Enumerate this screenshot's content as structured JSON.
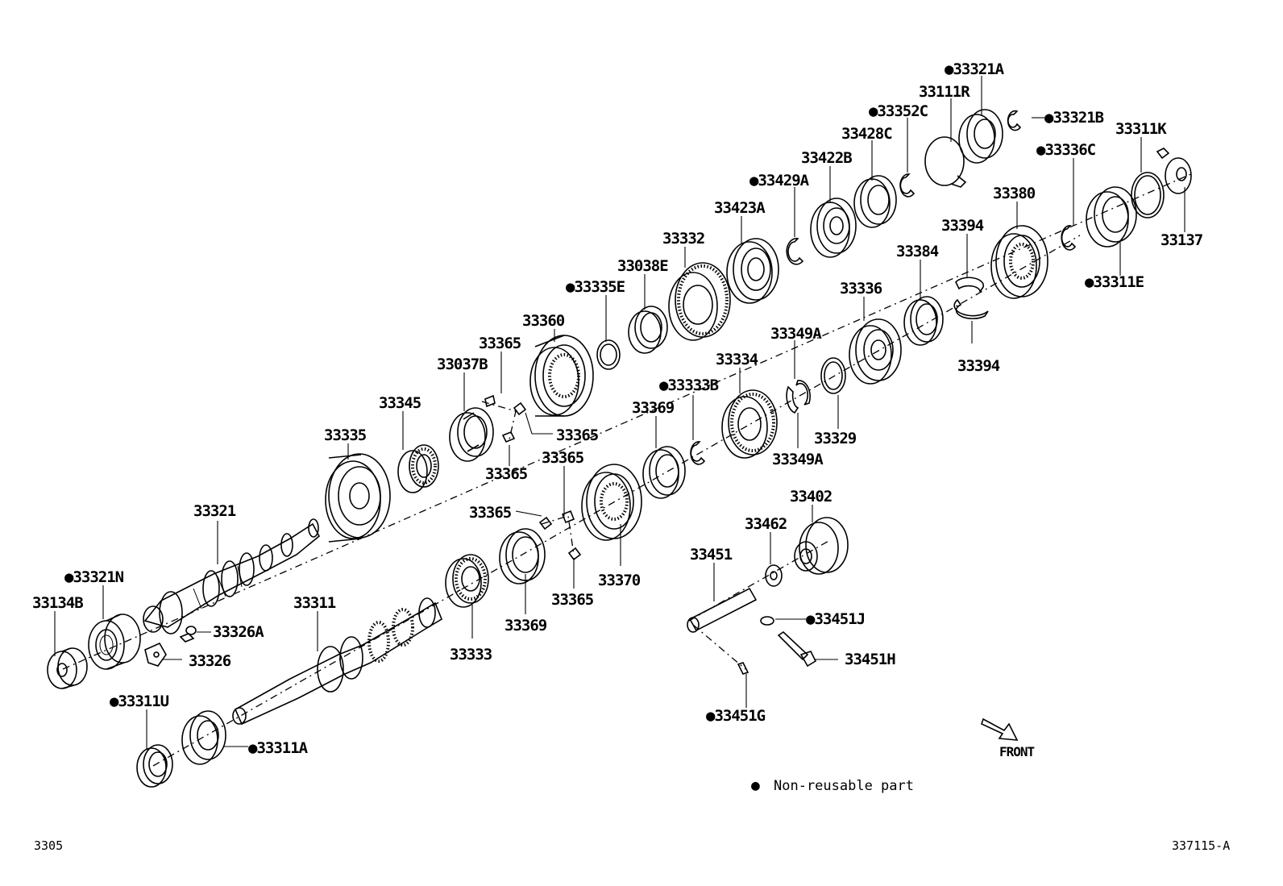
{
  "parts": {
    "p33321A": {
      "mark": "●",
      "code": "33321A"
    },
    "p33111R": {
      "mark": "",
      "code": "33111R"
    },
    "p33352C": {
      "mark": "●",
      "code": "33352C"
    },
    "p33321B": {
      "mark": "●",
      "code": "33321B"
    },
    "p33428C": {
      "mark": "",
      "code": "33428C"
    },
    "p33311K": {
      "mark": "",
      "code": "33311K"
    },
    "p33336C": {
      "mark": "●",
      "code": "33336C"
    },
    "p33422B": {
      "mark": "",
      "code": "33422B"
    },
    "p33429A": {
      "mark": "●",
      "code": "33429A"
    },
    "p33380": {
      "mark": "",
      "code": "33380"
    },
    "p33423A": {
      "mark": "",
      "code": "33423A"
    },
    "p33137": {
      "mark": "",
      "code": "33137"
    },
    "p33394a": {
      "mark": "",
      "code": "33394"
    },
    "p33332": {
      "mark": "",
      "code": "33332"
    },
    "p33384": {
      "mark": "",
      "code": "33384"
    },
    "p33311E": {
      "mark": "●",
      "code": "33311E"
    },
    "p33038E": {
      "mark": "",
      "code": "33038E"
    },
    "p33335E": {
      "mark": "●",
      "code": "33335E"
    },
    "p33336": {
      "mark": "",
      "code": "33336"
    },
    "p33360": {
      "mark": "",
      "code": "33360"
    },
    "p33349Aa": {
      "mark": "",
      "code": "33349A"
    },
    "p33365a": {
      "mark": "",
      "code": "33365"
    },
    "p33394b": {
      "mark": "",
      "code": "33394"
    },
    "p33334": {
      "mark": "",
      "code": "33334"
    },
    "p33037B": {
      "mark": "",
      "code": "33037B"
    },
    "p33333B": {
      "mark": "●",
      "code": "33333B"
    },
    "p33345": {
      "mark": "",
      "code": "33345"
    },
    "p33369a": {
      "mark": "",
      "code": "33369"
    },
    "p33365b": {
      "mark": "",
      "code": "33365"
    },
    "p33335": {
      "mark": "",
      "code": "33335"
    },
    "p33329": {
      "mark": "",
      "code": "33329"
    },
    "p33349Ab": {
      "mark": "",
      "code": "33349A"
    },
    "p33365c": {
      "mark": "",
      "code": "33365"
    },
    "p33365d": {
      "mark": "",
      "code": "33365"
    },
    "p33402": {
      "mark": "",
      "code": "33402"
    },
    "p33321": {
      "mark": "",
      "code": "33321"
    },
    "p33365e": {
      "mark": "",
      "code": "33365"
    },
    "p33462": {
      "mark": "",
      "code": "33462"
    },
    "p33451": {
      "mark": "",
      "code": "33451"
    },
    "p33321N": {
      "mark": "●",
      "code": "33321N"
    },
    "p33370": {
      "mark": "",
      "code": "33370"
    },
    "p33369b": {
      "mark": "",
      "code": "33369"
    },
    "p33134B": {
      "mark": "",
      "code": "33134B"
    },
    "p33311": {
      "mark": "",
      "code": "33311"
    },
    "p33365f": {
      "mark": "",
      "code": "33365"
    },
    "p33451J": {
      "mark": "●",
      "code": "33451J"
    },
    "p33326A": {
      "mark": "",
      "code": "33326A"
    },
    "p33333": {
      "mark": "",
      "code": "33333"
    },
    "p33326": {
      "mark": "",
      "code": "33326"
    },
    "p33451H": {
      "mark": "",
      "code": "33451H"
    },
    "p33311U": {
      "mark": "●",
      "code": "33311U"
    },
    "p33451G": {
      "mark": "●",
      "code": "33451G"
    },
    "p33311A": {
      "mark": "●",
      "code": "33311A"
    }
  },
  "legend": {
    "bullet": "●",
    "text": "Non-reusable part"
  },
  "front_label": "FRONT",
  "footer": {
    "left": "3305",
    "right": "337115-A"
  }
}
